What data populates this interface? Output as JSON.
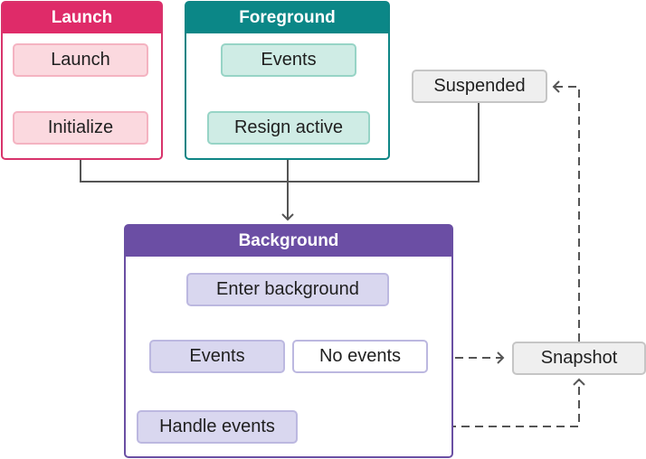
{
  "groups": {
    "launch": {
      "title": "Launch"
    },
    "foreground": {
      "title": "Foreground"
    },
    "background": {
      "title": "Background"
    }
  },
  "nodes": {
    "launch": "Launch",
    "initialize": "Initialize",
    "fg_events": "Events",
    "resign_active": "Resign active",
    "suspended": "Suspended",
    "enter_background": "Enter background",
    "bg_events": "Events",
    "no_events": "No events",
    "handle_events": "Handle events",
    "snapshot": "Snapshot"
  },
  "colors": {
    "launch": "#df2b69",
    "foreground": "#0b8787",
    "background": "#6b4ea4",
    "arrow": "#555555"
  }
}
